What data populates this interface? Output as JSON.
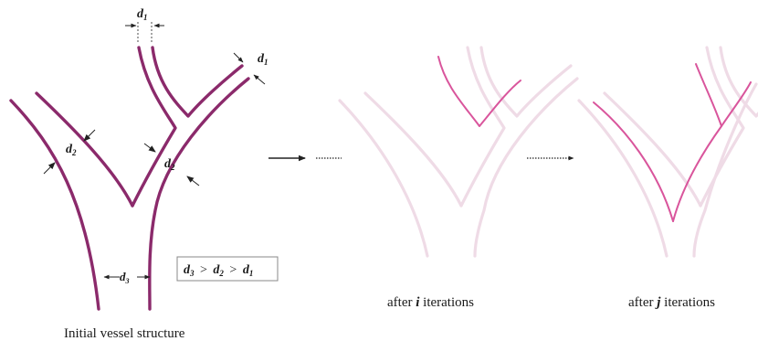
{
  "colors": {
    "vessel": "#8b2a6b",
    "faded": "#efdbe6",
    "highlight": "#d9559c",
    "arrow": "#222222"
  },
  "labels": {
    "d_left": "d",
    "d_left_sub": "2",
    "d_right": "d",
    "d_right_sub": "2",
    "d_top1": "d",
    "d_top1_sub": "1",
    "d_top2": "d",
    "d_top2_sub": "1",
    "d_trunk": "d",
    "d_trunk_sub": "3",
    "relation": {
      "a": "d",
      "a_sub": "3",
      "op1": ">",
      "b": "d",
      "b_sub": "2",
      "op2": ">",
      "c": "d",
      "c_sub": "1"
    }
  },
  "captions": {
    "initial": "Initial vessel structure",
    "after_i_pre": "after ",
    "after_i_var": "i",
    "after_i_post": " iterations",
    "after_j_pre": "after ",
    "after_j_var": "j",
    "after_j_post": " iterations"
  },
  "arrows": {
    "main": "solid-arrow",
    "progress_1": "dotted-line",
    "progress_2": "dotted-arrow"
  }
}
